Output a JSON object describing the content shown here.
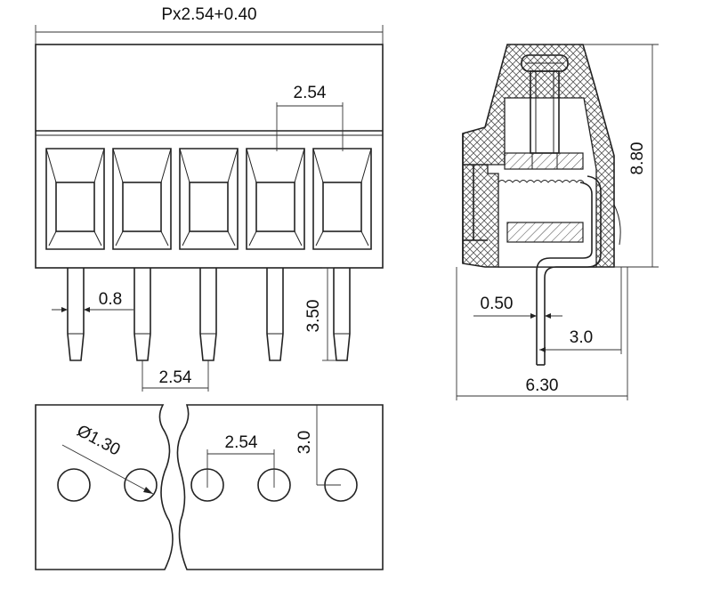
{
  "dimensions": {
    "overall_width": "Px2.54+0.40",
    "pitch_top": "2.54",
    "pin_width": "0.8",
    "pin_length": "3.50",
    "pitch_bottom": "2.54",
    "side_height": "8.80",
    "side_pin_thickness": "0.50",
    "side_pin_offset": "3.0",
    "side_depth": "6.30",
    "hole_diameter": "Ø1.30",
    "hole_pitch": "2.54",
    "hole_row_offset": "3.0"
  }
}
